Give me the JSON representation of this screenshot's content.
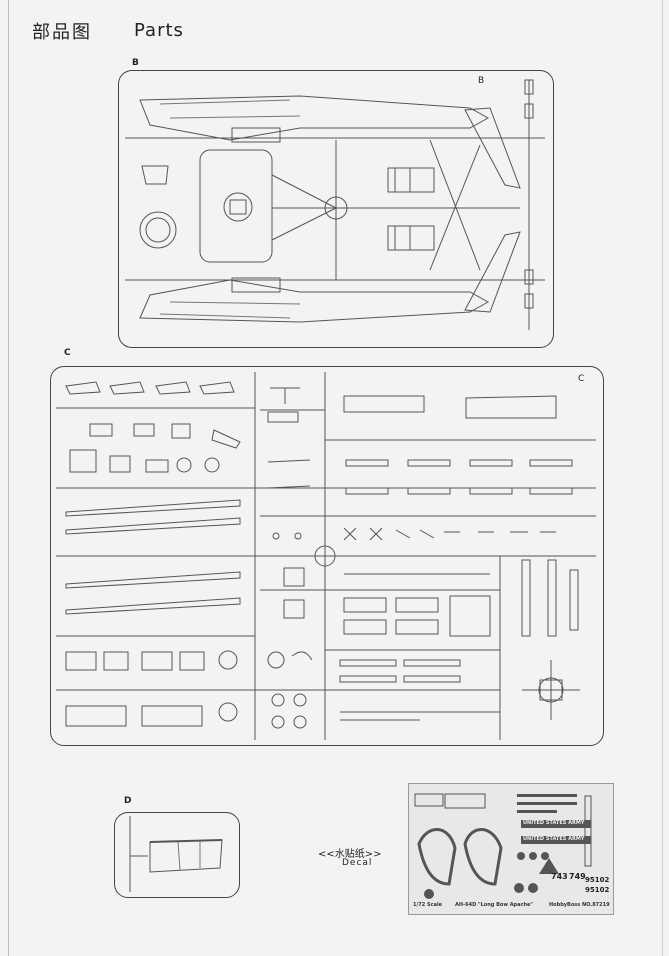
{
  "header": {
    "title_cn": "部品图",
    "title_en": "Parts"
  },
  "sprues": {
    "b": {
      "label": "B",
      "corner_label": "B"
    },
    "c": {
      "label": "C",
      "corner_label": "C"
    },
    "d": {
      "label": "D"
    }
  },
  "decal": {
    "label_cn": "<<水贴纸>>",
    "label_en": "Decal",
    "scale": "1/72 Scale",
    "model_name": "AH-64D \"Long Bow Apache\"",
    "brand": "HobbyBoss NO.87219",
    "army_text": "UNITED STATES ARMY",
    "code_1": "743",
    "code_2": "749",
    "serial_1": "95102",
    "serial_2": "95102"
  },
  "colors": {
    "line": "#444444",
    "paper": "#f3f3f1",
    "decal_bg": "#e8e8e6"
  }
}
